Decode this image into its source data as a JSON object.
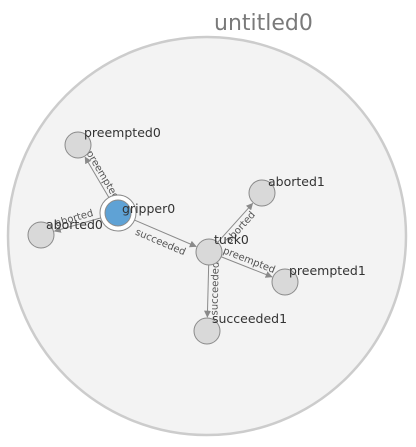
{
  "container": {
    "title": "untitled0",
    "fill": "#f3f3f3",
    "stroke": "#cccccc"
  },
  "colors": {
    "state_fill": "#d9d9d9",
    "active_fill": "#5fa2d5",
    "active_stroke": "#2f6fa8",
    "edge": "#8a8a8a"
  },
  "nodes": [
    {
      "id": "gripper0",
      "label": "gripper0",
      "active": true
    },
    {
      "id": "preempted0",
      "label": "preempted0",
      "active": false
    },
    {
      "id": "aborted0",
      "label": "aborted0",
      "active": false
    },
    {
      "id": "tuck0",
      "label": "tuck0",
      "active": false
    },
    {
      "id": "aborted1",
      "label": "aborted1",
      "active": false
    },
    {
      "id": "preempted1",
      "label": "preempted1",
      "active": false
    },
    {
      "id": "succeeded1",
      "label": "succeeded1",
      "active": false
    }
  ],
  "edges": [
    {
      "from": "gripper0",
      "to": "preempted0",
      "label": "preempted"
    },
    {
      "from": "gripper0",
      "to": "aborted0",
      "label": "aborted"
    },
    {
      "from": "gripper0",
      "to": "tuck0",
      "label": "succeeded"
    },
    {
      "from": "tuck0",
      "to": "aborted1",
      "label": "aborted"
    },
    {
      "from": "tuck0",
      "to": "preempted1",
      "label": "preempted"
    },
    {
      "from": "tuck0",
      "to": "succeeded1",
      "label": "succeeded"
    }
  ]
}
